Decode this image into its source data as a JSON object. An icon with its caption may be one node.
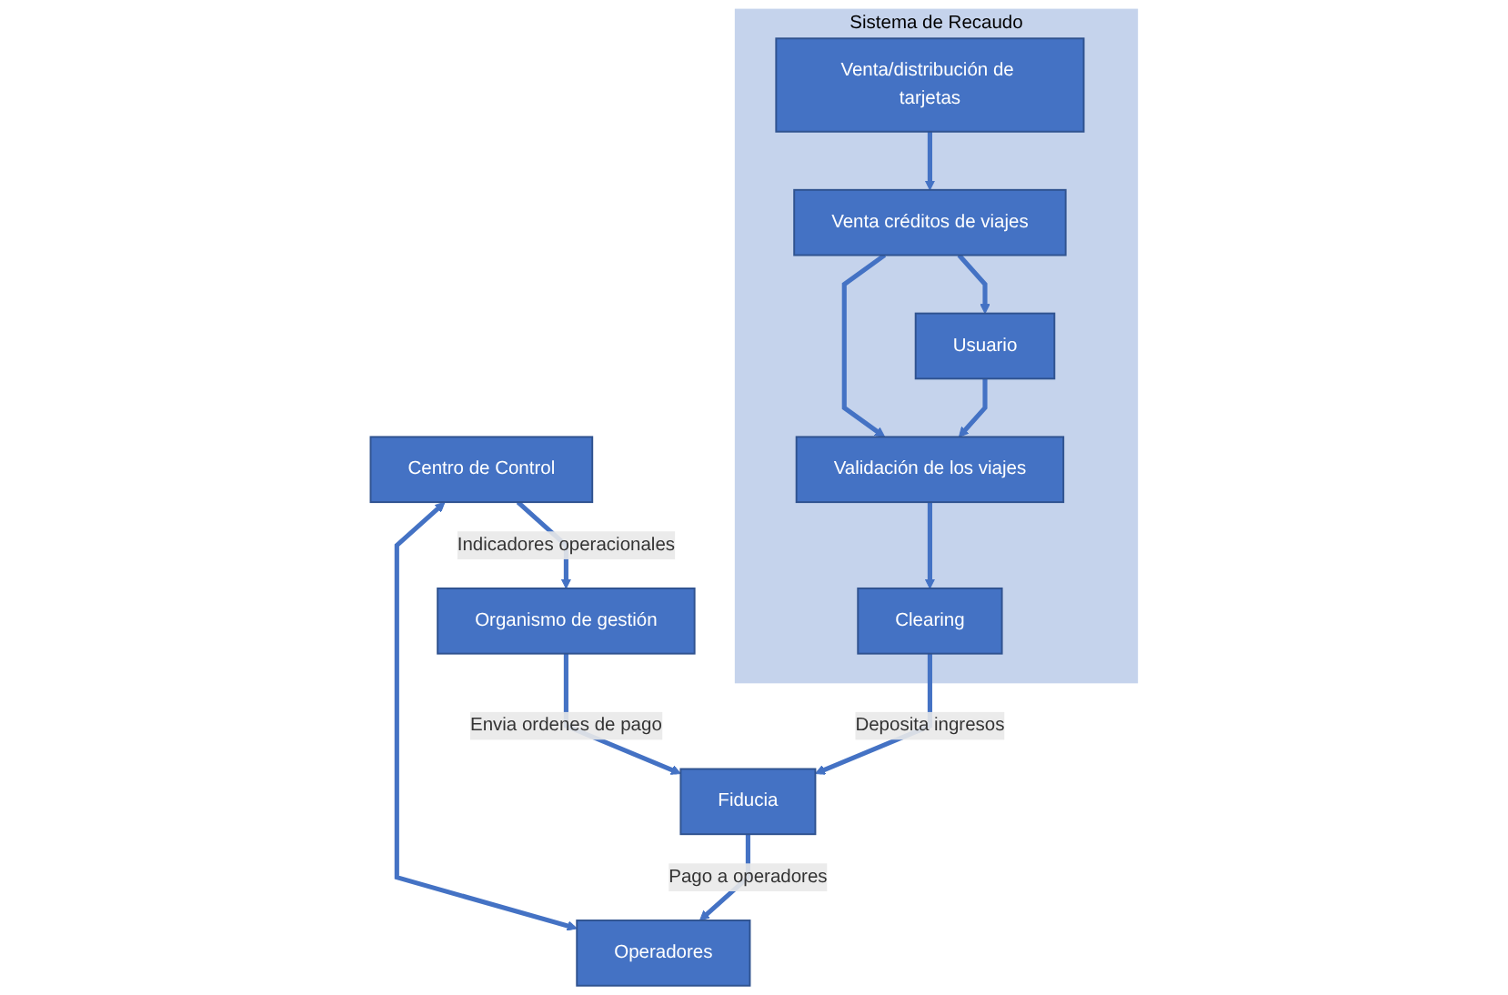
{
  "diagram": {
    "nodes": [
      {
        "text": [
          "Centro de Control"
        ]
      },
      {
        "text": [
          "Operadores"
        ]
      },
      {
        "text": [
          "Organismo de gestión"
        ]
      },
      {
        "text": [
          "Fiducia"
        ]
      },
      {
        "text": [
          "Sistema de Recaudo"
        ]
      },
      {
        "text": [
          "Clearing"
        ],
        "in": 4
      },
      {
        "text": [
          "Venta/distribución de tarjetas"
        ],
        "in": 4
      },
      {
        "text": [
          "Venta créditos de viajes"
        ],
        "in": 4
      },
      {
        "text": [
          "Validación de los viajes"
        ],
        "in": 4
      },
      {
        "text": [
          "Usuario"
        ],
        "in": 4
      }
    ],
    "edges": [
      {
        "from": 0,
        "to": 1,
        "arrow": "both"
      },
      {
        "from": 0,
        "to": 2,
        "arrow": "to",
        "label": "Indicadores operacionales"
      },
      {
        "from": 2,
        "to": 3,
        "arrow": "to",
        "label": "Envia ordenes de pago"
      },
      {
        "from": 3,
        "to": 1,
        "arrow": "to",
        "label": "Pago a operadores"
      },
      {
        "from": 5,
        "to": 3,
        "arrow": "to",
        "label": "Deposita ingresos"
      },
      {
        "from": 6,
        "to": 7,
        "arrow": "to"
      },
      {
        "from": 7,
        "to": 8,
        "arrow": "to"
      },
      {
        "from": 7,
        "to": 9,
        "arrow": "to"
      },
      {
        "from": 9,
        "to": 8,
        "arrow": "to"
      },
      {
        "from": 8,
        "to": 5,
        "arrow": "to"
      }
    ]
  }
}
